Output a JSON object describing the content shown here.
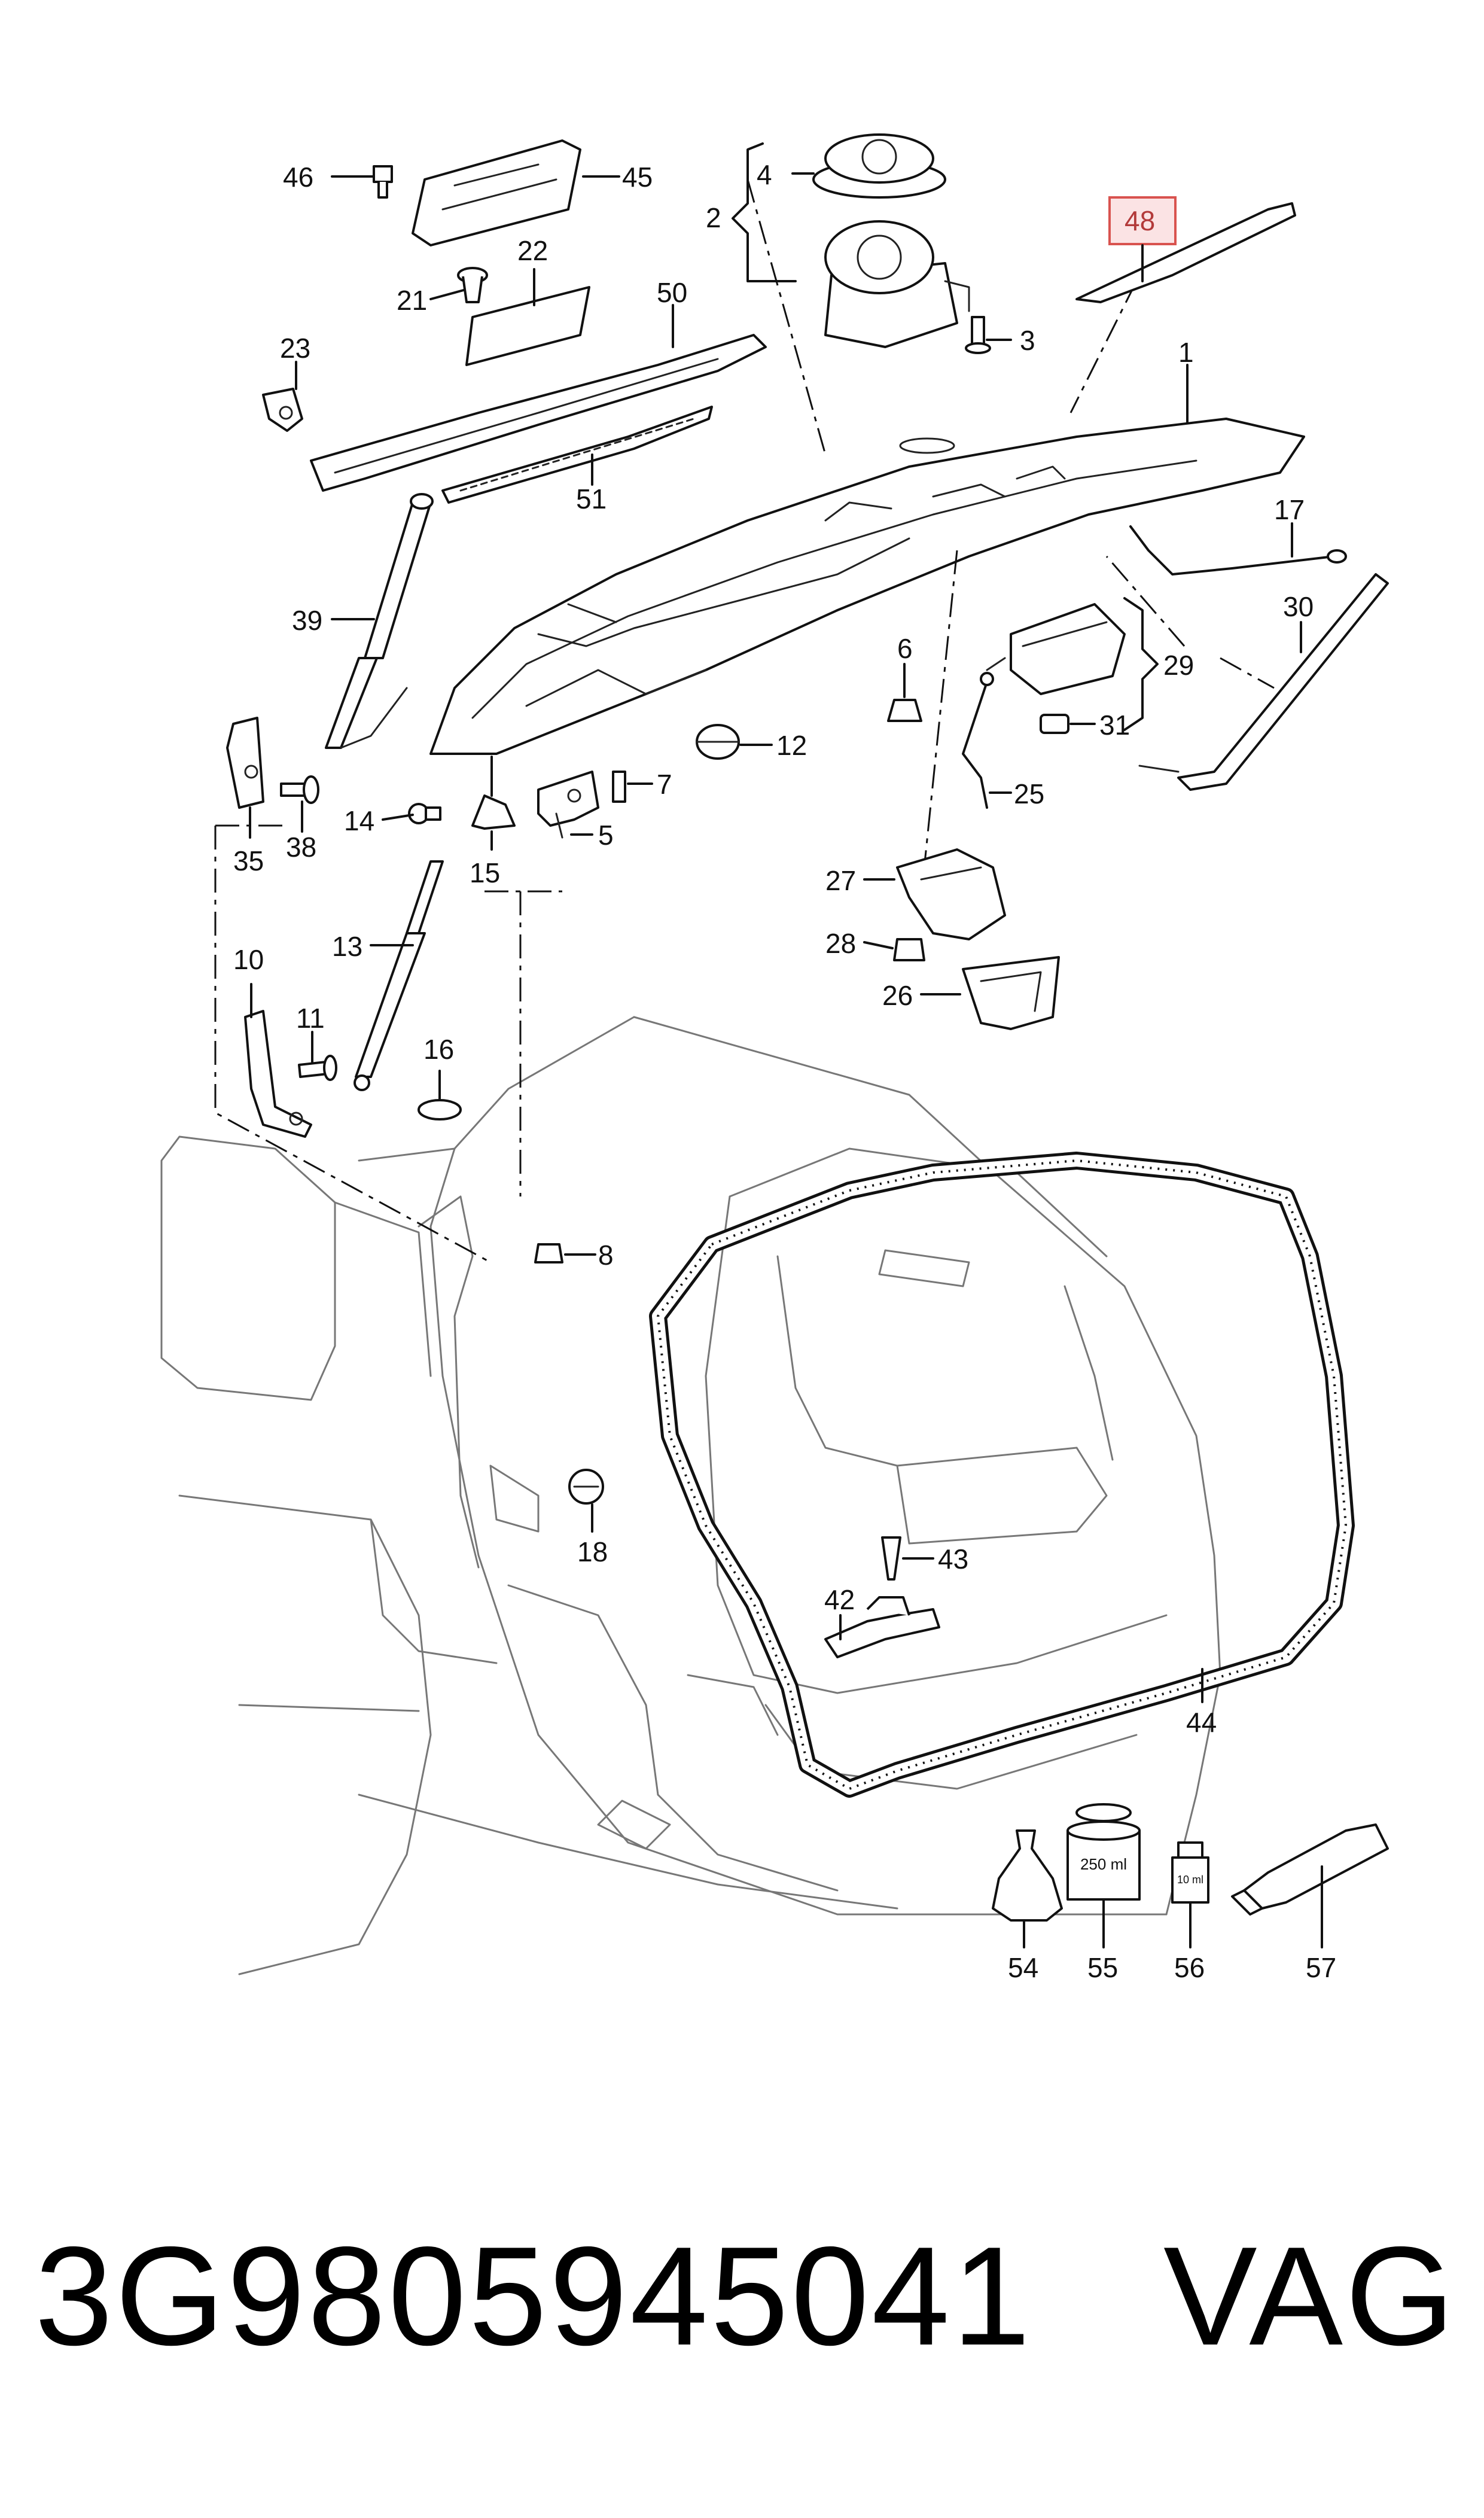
{
  "diagram": {
    "callouts": {
      "c1": "1",
      "c2": "2",
      "c3": "3",
      "c4": "4",
      "c5": "5",
      "c6": "6",
      "c7": "7",
      "c8": "8",
      "c10": "10",
      "c11": "11",
      "c12": "12",
      "c13": "13",
      "c14": "14",
      "c15": "15",
      "c16": "16",
      "c17": "17",
      "c18": "18",
      "c21": "21",
      "c22": "22",
      "c23": "23",
      "c25": "25",
      "c26": "26",
      "c27": "27",
      "c28": "28",
      "c29": "29",
      "c30": "30",
      "c31": "31",
      "c35": "35",
      "c38": "38",
      "c39": "39",
      "c42": "42",
      "c43": "43",
      "c44": "44",
      "c45": "45",
      "c46": "46",
      "c48": "48",
      "c50": "50",
      "c51": "51",
      "c54": "54",
      "c55": "55",
      "c56": "56",
      "c57": "57"
    },
    "highlight_color": "#d9534f",
    "highlight_fill": "#fbe3e4",
    "bottle_labels": {
      "b55": "250 ml",
      "b56": "10 ml"
    }
  },
  "footer": {
    "part_number": "3G9805945041",
    "brand": "VAG"
  }
}
